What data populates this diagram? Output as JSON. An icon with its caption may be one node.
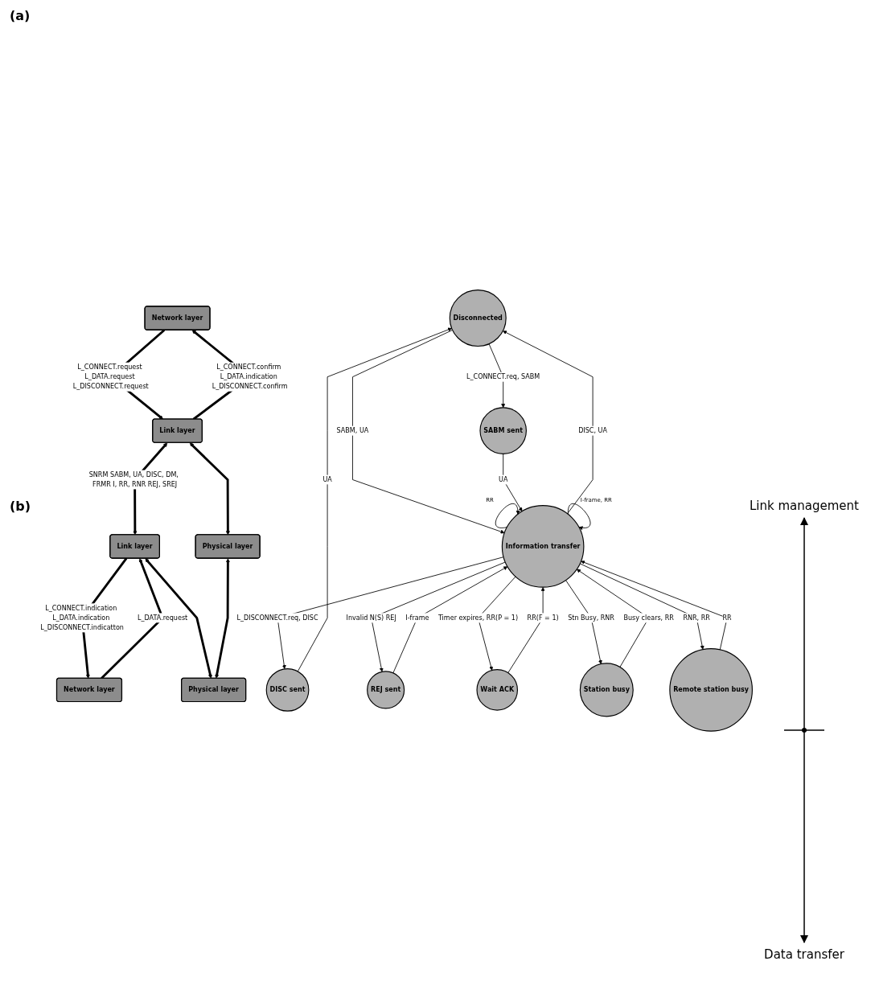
{
  "diagram": {
    "nodes": [
      {
        "text": [
          "Network layer"
        ]
      },
      {
        "text": [
          "Network layer"
        ]
      },
      {
        "text": [
          "Link layer"
        ]
      },
      {
        "text": [
          "Link layer"
        ]
      },
      {
        "text": [
          "Physical layer"
        ]
      },
      {
        "text": [
          "Physical layer"
        ]
      },
      {
        "text": [
          "Disconnected"
        ]
      },
      {
        "text": [
          "DISC sent"
        ]
      },
      {
        "text": [
          "SABM sent"
        ]
      },
      {
        "text": [
          "Information transfer"
        ]
      },
      {
        "text": [
          "REJ sent"
        ]
      },
      {
        "text": [
          "Wait ACK"
        ]
      },
      {
        "text": [
          "Station busy"
        ]
      },
      {
        "text": [
          "Remote station busy"
        ]
      }
    ],
    "edges": [
      {
        "from": 2,
        "to": 0,
        "arrow": "to",
        "style": "thick",
        "label": "L_CONNECT.confirm L_DATA.indication L_DISCONNECT.confirm"
      },
      {
        "from": 0,
        "to": 2,
        "arrow": "to",
        "style": "thick",
        "label": "L_CONNECT.request L_DATA.request L_DISCONNECT.request"
      },
      {
        "from": 3,
        "to": 1,
        "arrow": "to",
        "style": "thick",
        "label": "L_CONNECT.indication L_DATA.indication L_DISCONNECT.indicatton"
      },
      {
        "from": 1,
        "to": 3,
        "arrow": "to",
        "style": "thick",
        "label": "L_DATA.request"
      },
      {
        "from": 2,
        "to": 3,
        "arrow": "both",
        "style": "thick",
        "label": "SNRM SABM, UA, DISC, DM, FRMR I, RR, RNR REJ, SREJ"
      },
      {
        "from": 2,
        "to": 4,
        "arrow": "both",
        "style": "thick"
      },
      {
        "from": 3,
        "to": 5,
        "arrow": "both",
        "style": "thick"
      },
      {
        "from": 4,
        "to": 5,
        "arrow": "both",
        "style": "thick"
      },
      {
        "from": 7,
        "to": 6,
        "arrow": "to",
        "label": "UA"
      },
      {
        "from": 6,
        "to": 8,
        "arrow": "to",
        "label": "L_CONNECT.req, SABM"
      },
      {
        "from": 9,
        "to": 6,
        "arrow": "to",
        "label": "DISC, UA"
      },
      {
        "from": 6,
        "to": 9,
        "arrow": "to",
        "label": "SABM, UA"
      },
      {
        "from": 8,
        "to": 9,
        "arrow": "to",
        "label": "UA"
      },
      {
        "from": 9,
        "to": 7,
        "arrow": "to",
        "label": "L_DISCONNECT.req, DISC"
      },
      {
        "from": 9,
        "to": 9,
        "arrow": "to",
        "label": "RR"
      },
      {
        "from": 9,
        "to": 9,
        "arrow": "to",
        "label": "I-frame, RR"
      },
      {
        "from": 9,
        "to": 10,
        "arrow": "to",
        "label": "Invalid N(S) REJ"
      },
      {
        "from": 10,
        "to": 9,
        "arrow": "to",
        "label": "I-frame"
      },
      {
        "from": 9,
        "to": 11,
        "arrow": "to",
        "label": "Timer expires, RR(P = 1)"
      },
      {
        "from": 11,
        "to": 9,
        "arrow": "to",
        "label": "RR(F = 1)"
      },
      {
        "from": 9,
        "to": 12,
        "arrow": "to",
        "label": "Stn Busy, RNR"
      },
      {
        "from": 12,
        "to": 9,
        "arrow": "to",
        "label": "Busy clears, RR"
      },
      {
        "from": 13,
        "to": 9,
        "arrow": "to",
        "label": "RR"
      },
      {
        "from": 9,
        "to": 13,
        "arrow": "to",
        "label": "RNR, RR"
      }
    ],
    "labels": [
      "(a)",
      "(b)",
      "Link management",
      "Data transfer"
    ]
  }
}
